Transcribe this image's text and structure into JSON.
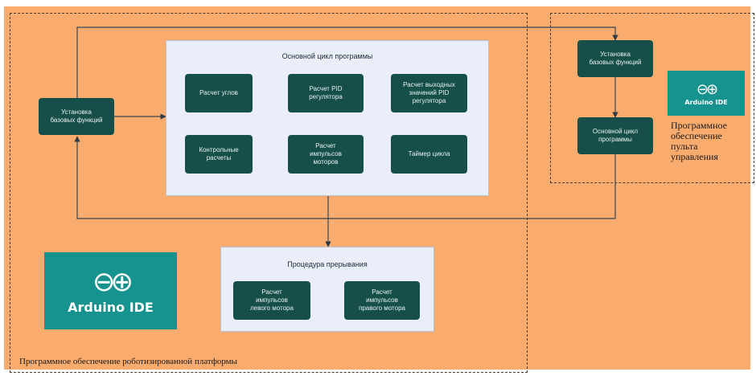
{
  "regions": {
    "robot_platform_caption": "Программное обеспечение роботизированной платформы",
    "remote_caption": "Программное\nобеспечение\nпульта\nуправления"
  },
  "panels": {
    "main_loop_title": "Основной цикл программы",
    "interrupt_title": "Процедура прерывания"
  },
  "nodes": {
    "setup_left": "Установка\nбазовых функций",
    "angles": "Расчет углов",
    "pid": "Расчет PID\nрегулятора",
    "pid_out": "Расчет выходных\nзначений PID\nрегулятора",
    "control": "Контрольные\nрасчеты",
    "motor_pulses": "Расчет\nимпульсов\nмоторов",
    "timer": "Таймер цикла",
    "left_motor": "Расчет\nимпульсов\nлевого мотора",
    "right_motor": "Расчет\nимпульсов\nправого мотора",
    "setup_right": "Установка\nбазовых функций",
    "main_loop_right": "Основной цикл\nпрограммы"
  },
  "logos": {
    "small_label": "Arduino IDE",
    "large_label": "Arduino IDE",
    "symbol": "⊖⊕"
  },
  "colors": {
    "background": "#f9ac6d",
    "node": "#164f4a",
    "panel": "#e9eef8",
    "logo": "#16928f"
  }
}
